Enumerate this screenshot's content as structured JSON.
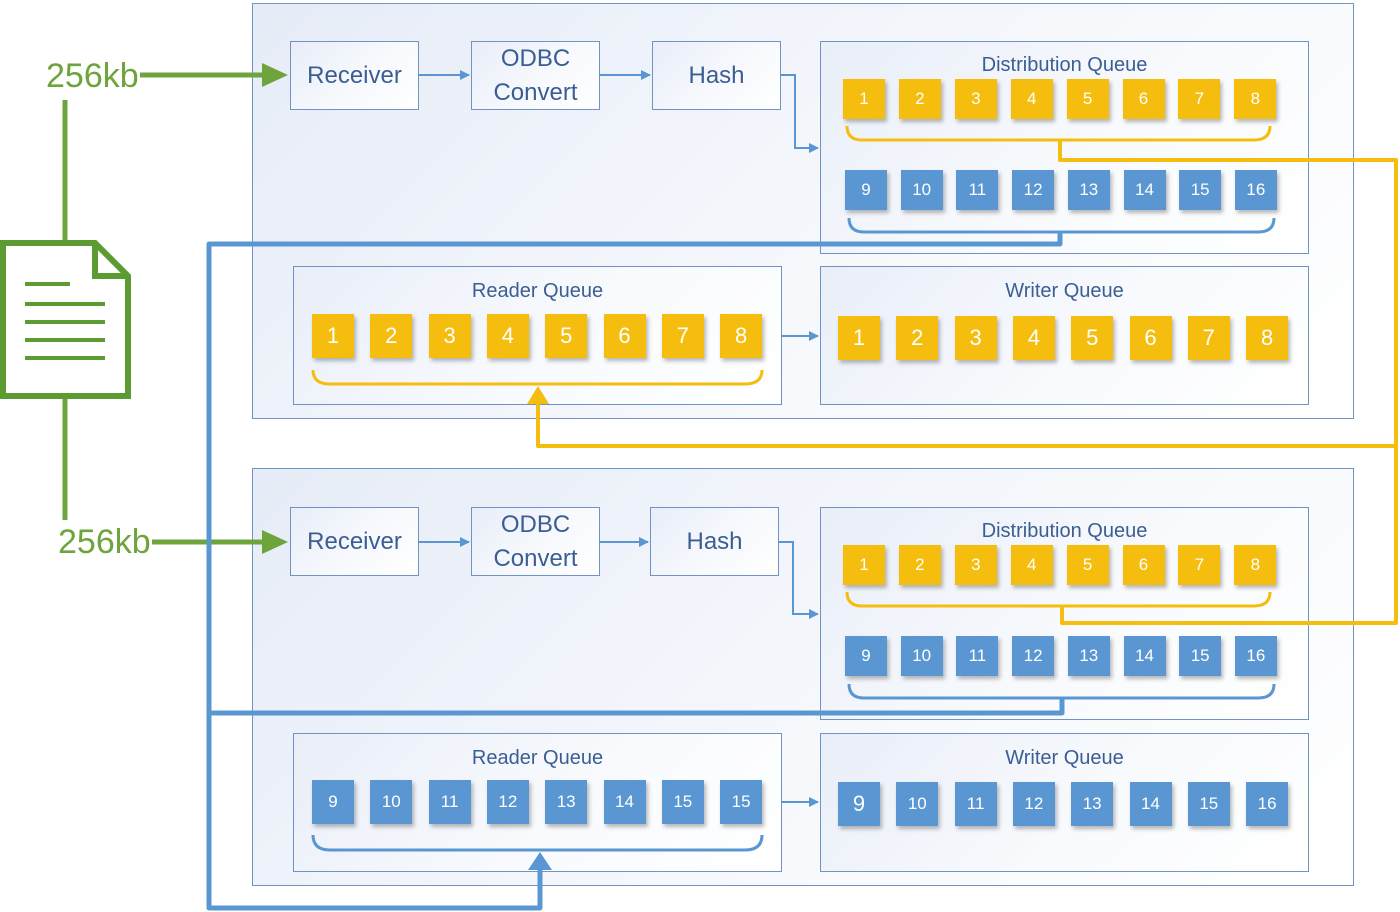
{
  "sizes": {
    "top": "256kb",
    "bottom": "256kb"
  },
  "colors": {
    "yellow": "#f5bd0e",
    "blue": "#5a97d2",
    "green": "#6ea43c",
    "border": "#6f93c4",
    "text": "#3a5e94"
  },
  "stages": [
    {
      "receiver": "Receiver",
      "convert_line1": "ODBC",
      "convert_line2": "Convert",
      "hash": "Hash",
      "distribution": {
        "title": "Distribution Queue",
        "row1": [
          "1",
          "2",
          "3",
          "4",
          "5",
          "6",
          "7",
          "8"
        ],
        "row2": [
          "9",
          "10",
          "11",
          "12",
          "13",
          "14",
          "15",
          "16"
        ]
      },
      "reader": {
        "title": "Reader Queue",
        "cells": [
          "1",
          "2",
          "3",
          "4",
          "5",
          "6",
          "7",
          "8"
        ]
      },
      "writer": {
        "title": "Writer Queue",
        "cells": [
          "1",
          "2",
          "3",
          "4",
          "5",
          "6",
          "7",
          "8"
        ]
      }
    },
    {
      "receiver": "Receiver",
      "convert_line1": "ODBC",
      "convert_line2": "Convert",
      "hash": "Hash",
      "distribution": {
        "title": "Distribution Queue",
        "row1": [
          "1",
          "2",
          "3",
          "4",
          "5",
          "6",
          "7",
          "8"
        ],
        "row2": [
          "9",
          "10",
          "11",
          "12",
          "13",
          "14",
          "15",
          "16"
        ]
      },
      "reader": {
        "title": "Reader Queue",
        "cells": [
          "9",
          "10",
          "11",
          "12",
          "13",
          "14",
          "15",
          "15"
        ]
      },
      "writer": {
        "title": "Writer Queue",
        "cells": [
          "9",
          "10",
          "11",
          "12",
          "13",
          "14",
          "15",
          "16"
        ]
      }
    }
  ]
}
